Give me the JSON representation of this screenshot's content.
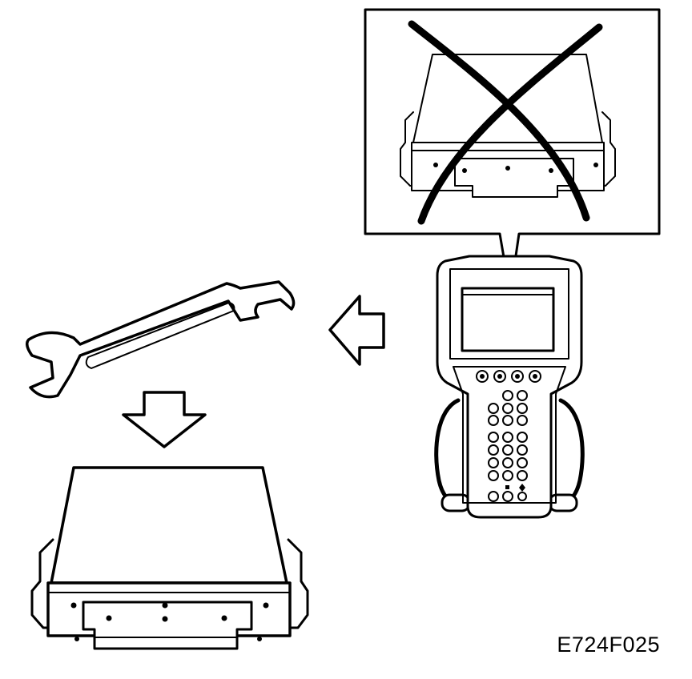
{
  "figure": {
    "reference_code": "E724F025"
  },
  "illustration": {
    "components": [
      "ecu-module",
      "ecu-module-crossed-out",
      "scan-tool",
      "wrench",
      "arrow-left",
      "arrow-down"
    ],
    "line_color": "#000000",
    "background_color": "#ffffff"
  }
}
